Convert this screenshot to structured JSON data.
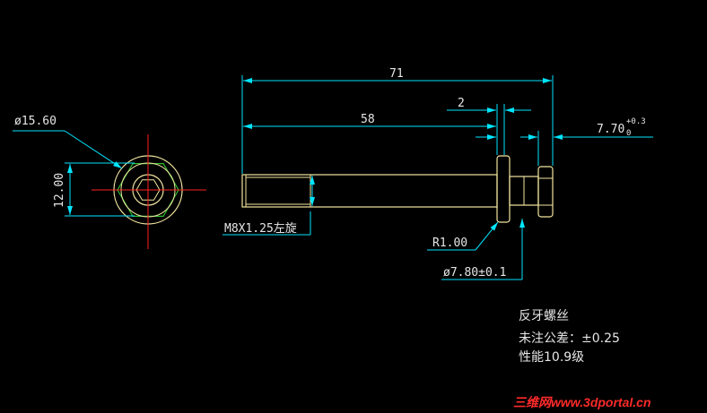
{
  "drawing": {
    "dim_overall_length": "71",
    "dim_thread_length": "58",
    "dim_collar_width": "2",
    "dim_head_height_main": "7.70",
    "dim_head_height_tol_upper": "+0.3",
    "dim_head_height_tol_lower": "0",
    "dim_head_diameter": "ø15.60",
    "dim_across_flats": "12.00",
    "thread_callout": "M8X1.25左旋",
    "fillet_radius": "R1.00",
    "collar_diameter": "ø7.80±0.1",
    "notes": [
      "反牙螺丝",
      "未注公差：±0.25",
      "性能10.9级"
    ],
    "watermark": "三维网www.3dportal.cn"
  },
  "colors": {
    "background": "#000000",
    "part_outline": "#f2e6a0",
    "dimension": "#00e5ff",
    "centerline": "#ff2020",
    "text": "#e6e6e6",
    "watermark": "#ff2a2a"
  }
}
